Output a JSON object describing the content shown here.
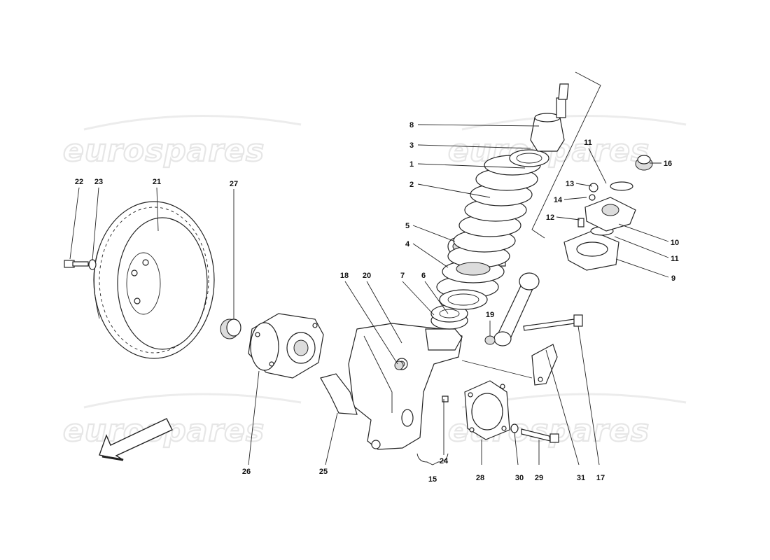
{
  "watermark": {
    "text": "eurospares"
  },
  "callouts": [
    {
      "id": "c8",
      "text": "8"
    },
    {
      "id": "c3",
      "text": "3"
    },
    {
      "id": "c1",
      "text": "1"
    },
    {
      "id": "c2",
      "text": "2"
    },
    {
      "id": "c5",
      "text": "5"
    },
    {
      "id": "c4",
      "text": "4"
    },
    {
      "id": "c7",
      "text": "7"
    },
    {
      "id": "c6",
      "text": "6"
    },
    {
      "id": "c18",
      "text": "18"
    },
    {
      "id": "c20",
      "text": "20"
    },
    {
      "id": "c19",
      "text": "19"
    },
    {
      "id": "c22",
      "text": "22"
    },
    {
      "id": "c23",
      "text": "23"
    },
    {
      "id": "c21",
      "text": "21"
    },
    {
      "id": "c27",
      "text": "27"
    },
    {
      "id": "c11a",
      "text": "11"
    },
    {
      "id": "c16",
      "text": "16"
    },
    {
      "id": "c13",
      "text": "13"
    },
    {
      "id": "c14",
      "text": "14"
    },
    {
      "id": "c12",
      "text": "12"
    },
    {
      "id": "c10",
      "text": "10"
    },
    {
      "id": "c11b",
      "text": "11"
    },
    {
      "id": "c9",
      "text": "9"
    },
    {
      "id": "c26",
      "text": "26"
    },
    {
      "id": "c25",
      "text": "25"
    },
    {
      "id": "c24",
      "text": "24"
    },
    {
      "id": "c15",
      "text": "15"
    },
    {
      "id": "c28",
      "text": "28"
    },
    {
      "id": "c30",
      "text": "30"
    },
    {
      "id": "c29",
      "text": "29"
    },
    {
      "id": "c31",
      "text": "31"
    },
    {
      "id": "c17",
      "text": "17"
    }
  ]
}
